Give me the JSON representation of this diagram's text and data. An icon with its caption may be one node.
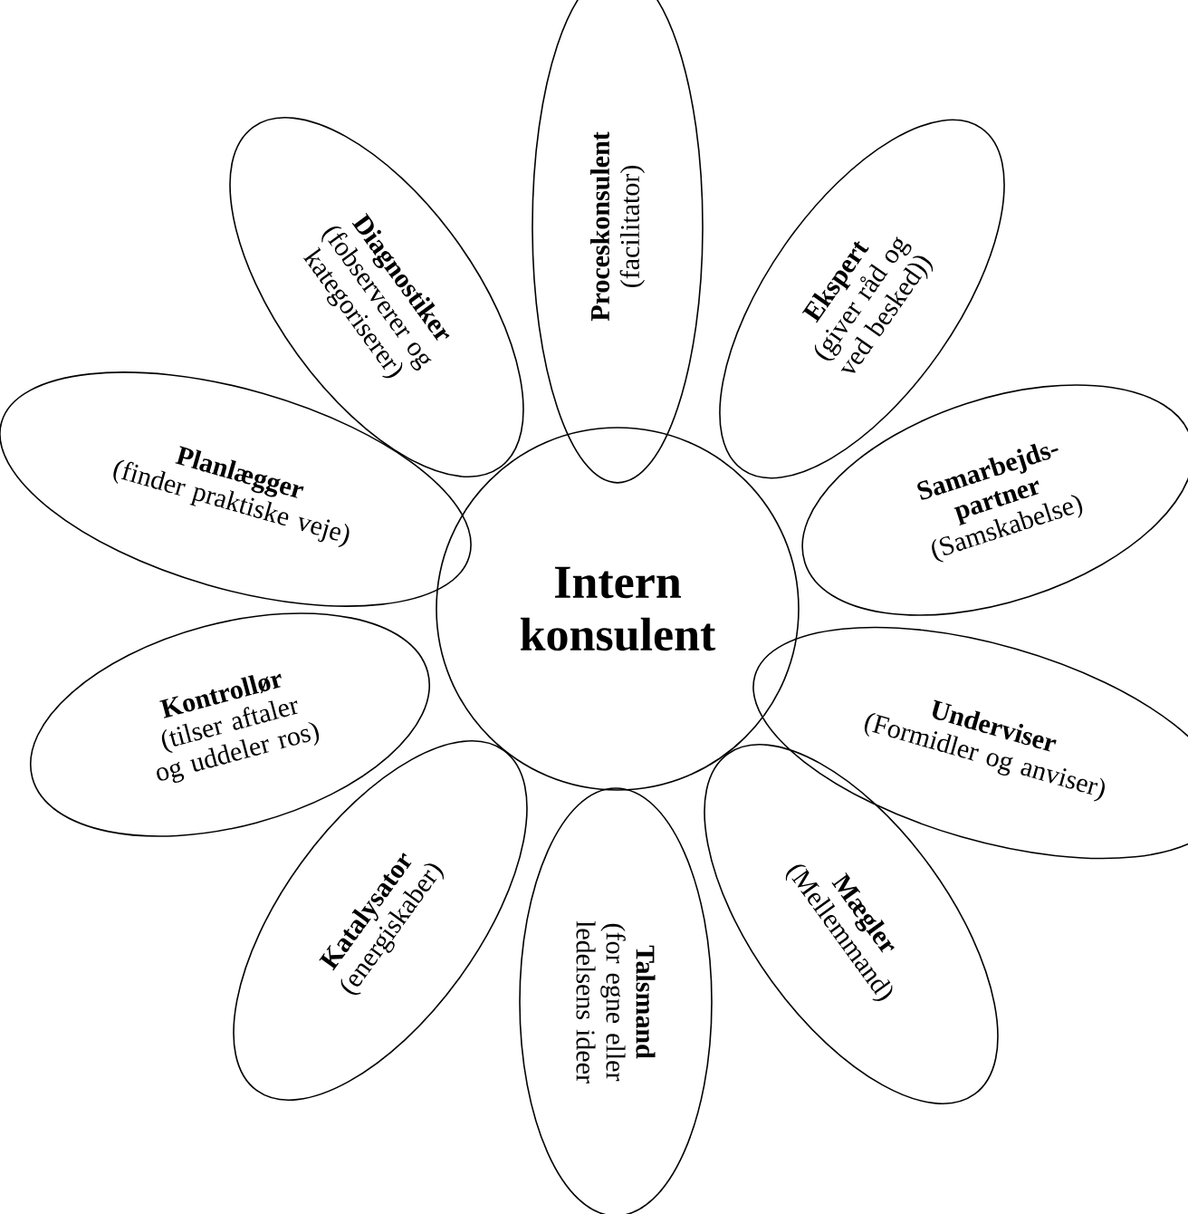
{
  "diagram": {
    "nodes": [
      {
        "text": [
          "Intern konsulent"
        ]
      },
      {
        "text": [
          "Proceskonsulent",
          "(facilitator)"
        ]
      },
      {
        "text": [
          "Ekspert",
          "(giver råd og ved besked))"
        ]
      },
      {
        "text": [
          "Samarbejds-partner",
          "(Samskabelse)"
        ]
      },
      {
        "text": [
          "Underviser",
          "(Formidler og anviser)"
        ]
      },
      {
        "text": [
          "Mægler",
          "(Mellemmand)"
        ]
      },
      {
        "text": [
          "Talsmand",
          "(for egne eller ledelsens ideer"
        ]
      },
      {
        "text": [
          "Katalysator",
          "(energiskaber)"
        ]
      },
      {
        "text": [
          "Kontrollør",
          "(tilser aftaler og uddeler ros)"
        ]
      },
      {
        "text": [
          "Planlægger",
          "(finder praktiske veje)"
        ]
      },
      {
        "text": [
          "Diagnostiker",
          "(fobserverer og kategoriserer)"
        ]
      }
    ]
  }
}
